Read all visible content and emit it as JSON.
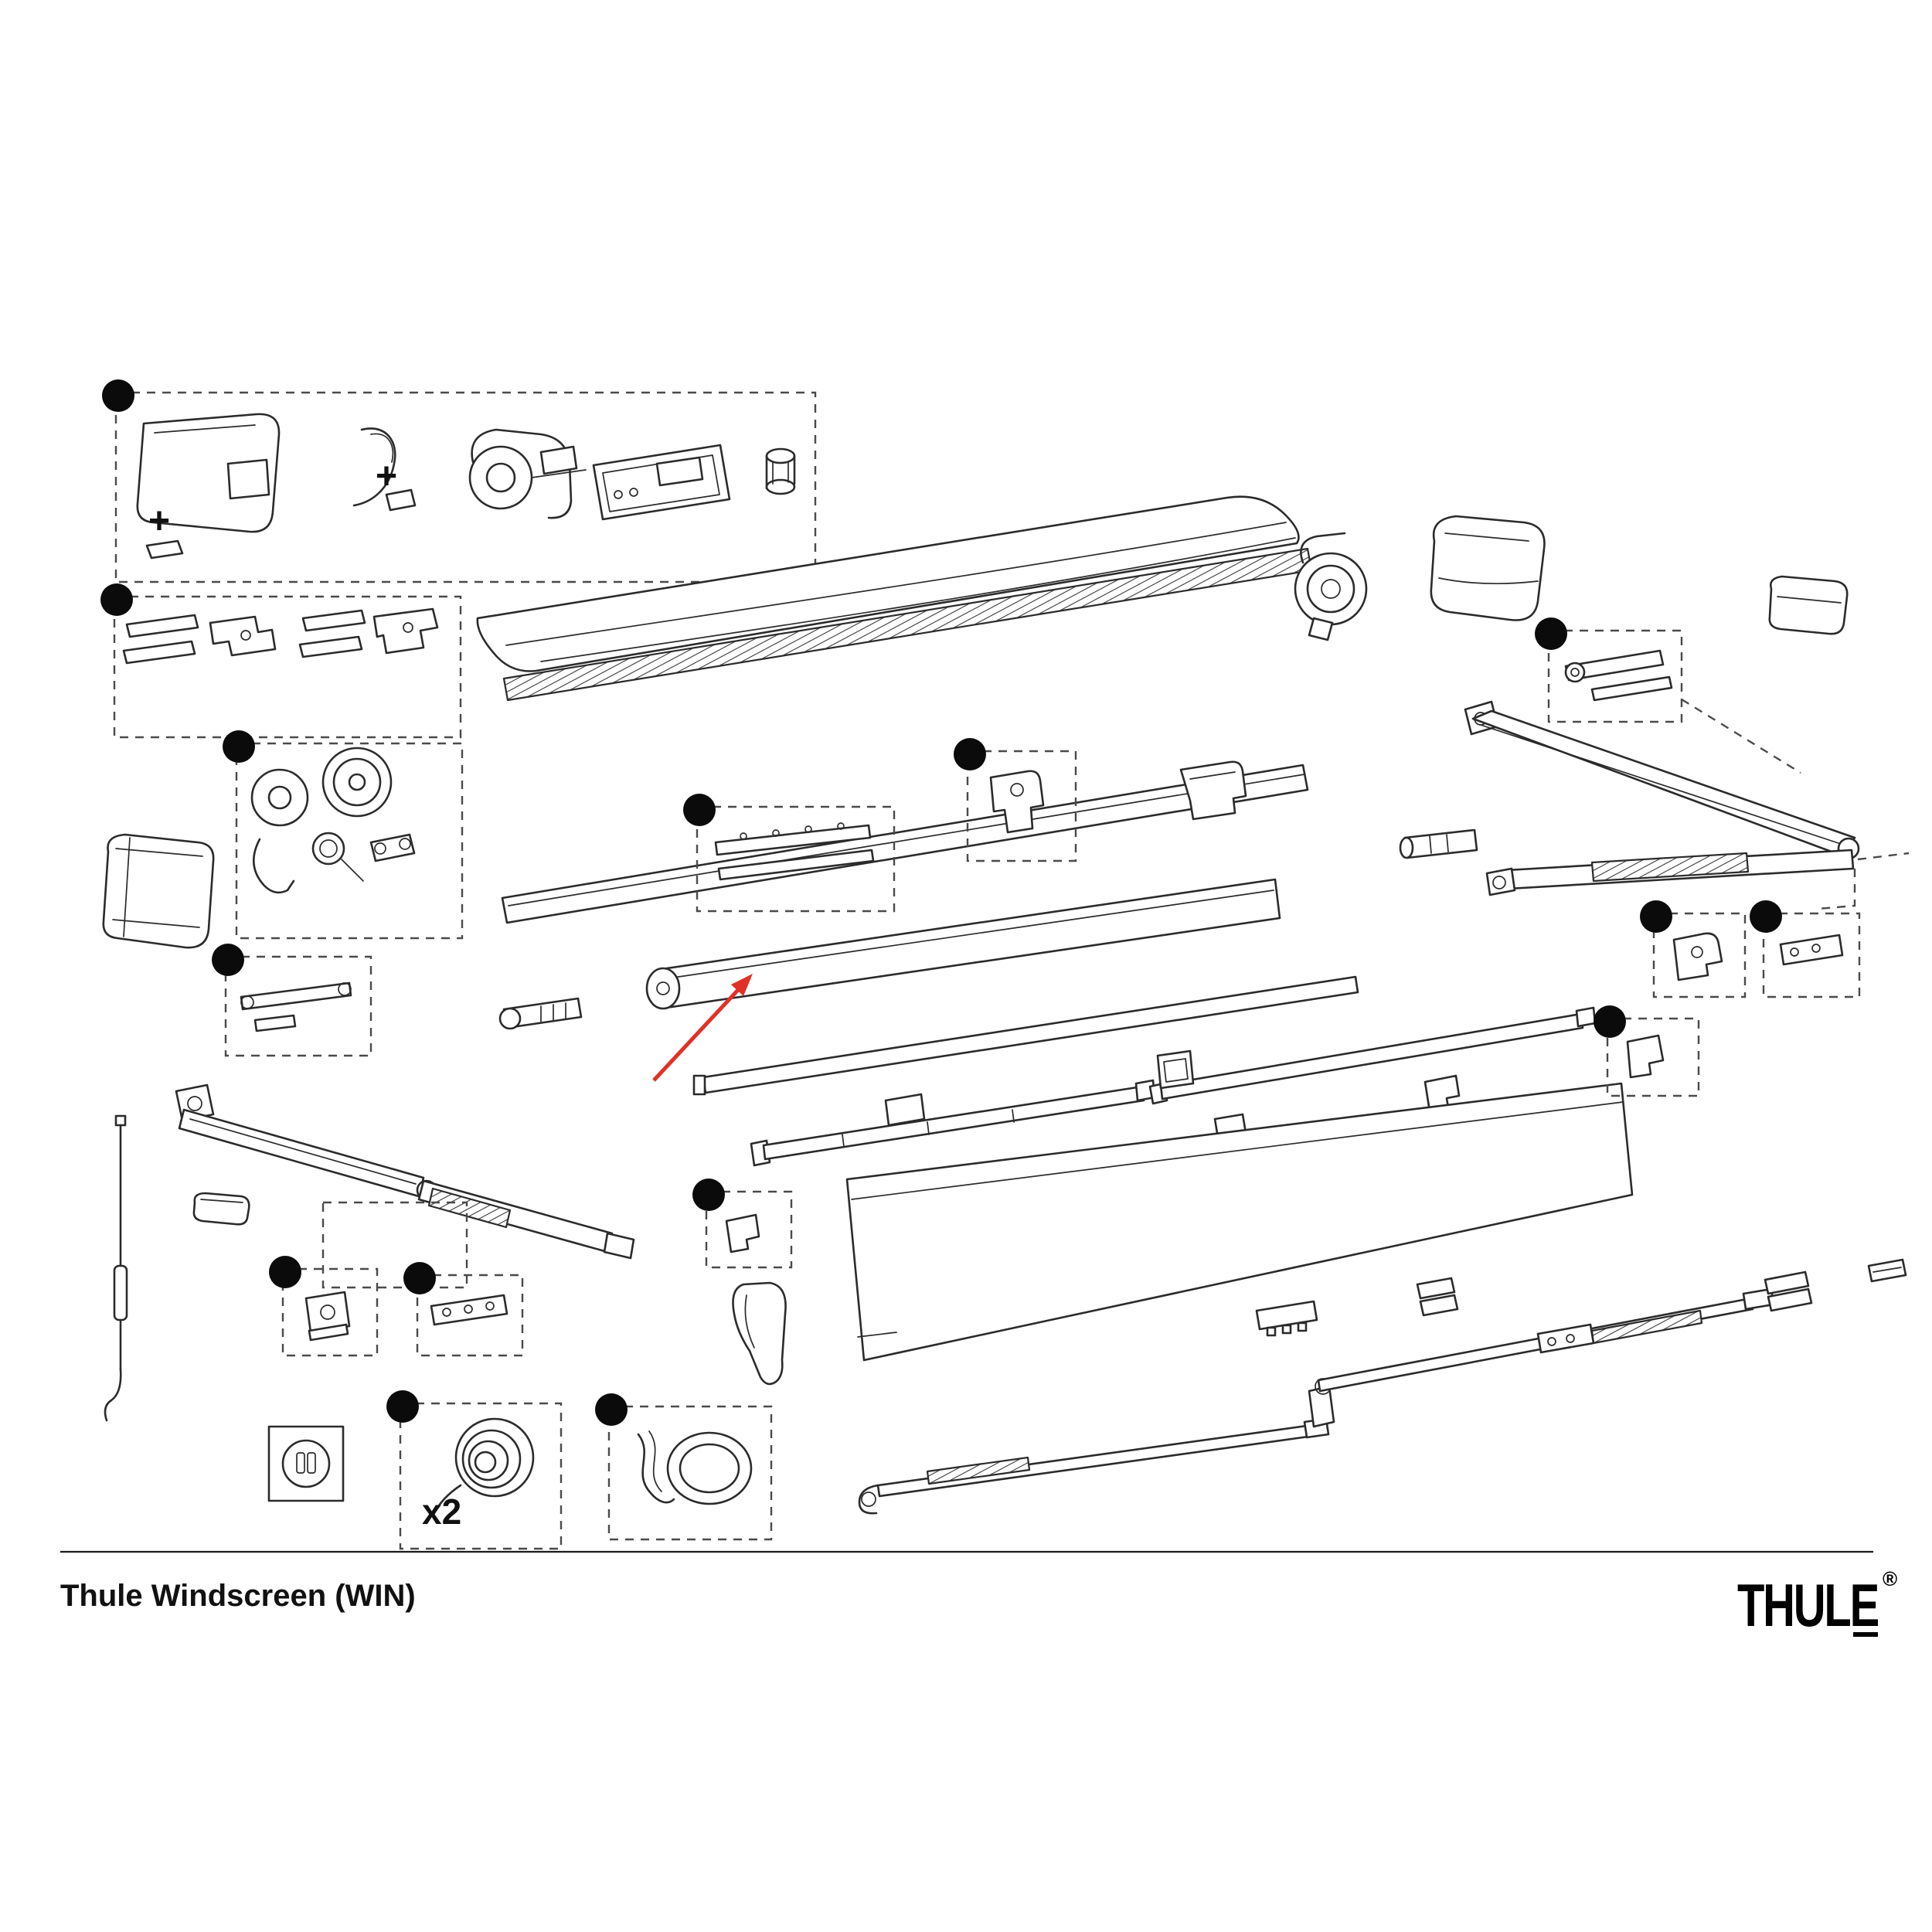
{
  "page": {
    "title": "Thule Windscreen (WIN)"
  },
  "brand": {
    "name": "THULE",
    "registered_mark": "®"
  },
  "labels": {
    "quantity": "x2",
    "plus_a": "+",
    "plus_b": "+"
  },
  "colors": {
    "background": "#ffffff",
    "line": "#2b2b2b",
    "dashed_box": "#4a4a4a",
    "callout_dot": "#0b0b0b",
    "arrow": "#e03127",
    "text": "#111111"
  },
  "diagram": {
    "callout_count": 15,
    "highlighted_part_marker": "red arrow"
  }
}
